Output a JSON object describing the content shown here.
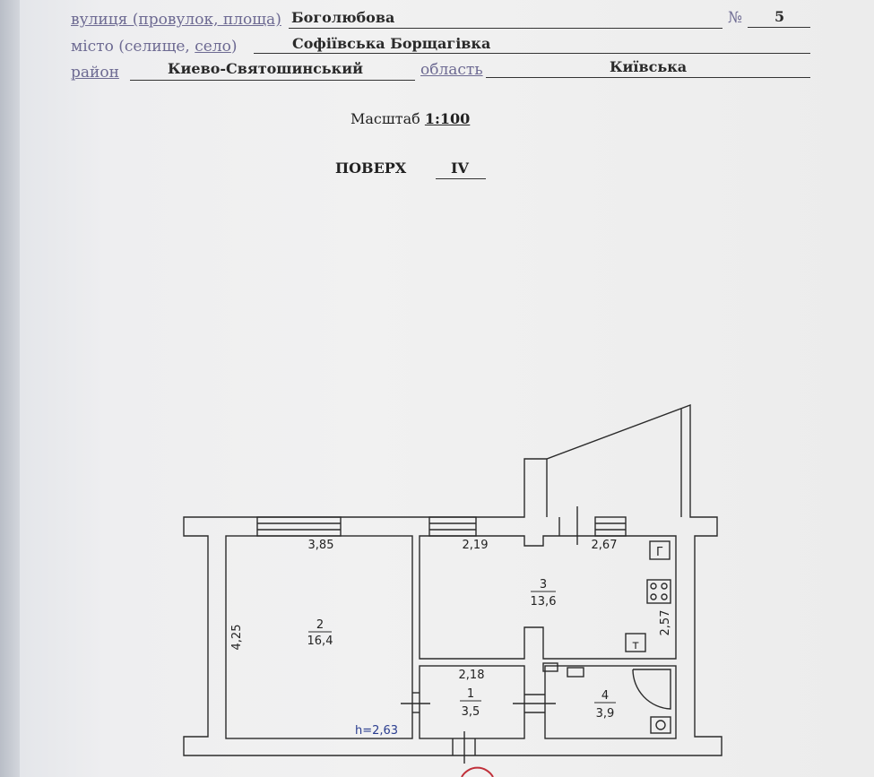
{
  "header": {
    "street_label": "вулиця (провулок, площа)",
    "street_value": "Боголюбова",
    "number_label": "№",
    "number_value": "5",
    "city_label_prefix": "місто (селище, ",
    "city_label_underlined": "село",
    "city_label_suffix": ")",
    "city_value": "Софіївська Борщагівка",
    "district_label": "район",
    "district_value": "Киево-Святошинський",
    "region_label": "область",
    "region_value": "Київська"
  },
  "scale": {
    "label": "Масштаб",
    "value": "1:100"
  },
  "floor": {
    "label": "ПОВЕРХ",
    "value": "IV"
  },
  "plan": {
    "rooms": [
      {
        "number": "1",
        "area": "3,5"
      },
      {
        "number": "2",
        "area": "16,4"
      },
      {
        "number": "3",
        "area": "13,6"
      },
      {
        "number": "4",
        "area": "3,9"
      }
    ],
    "dimensions": {
      "room2_width": "3,85",
      "room2_height": "4,25",
      "room3_left_width": "2,19",
      "room3_right_width": "2,67",
      "room3_height": "2,57",
      "room1_width": "2,18"
    },
    "ceiling_height": "h=2,63",
    "symbols": {
      "gas_meter": "Г",
      "stove_icon": "stove-icon",
      "sink": "т"
    },
    "colors": {
      "ink": "#2b2b2b",
      "blue_label": "#2a3d8f"
    }
  }
}
